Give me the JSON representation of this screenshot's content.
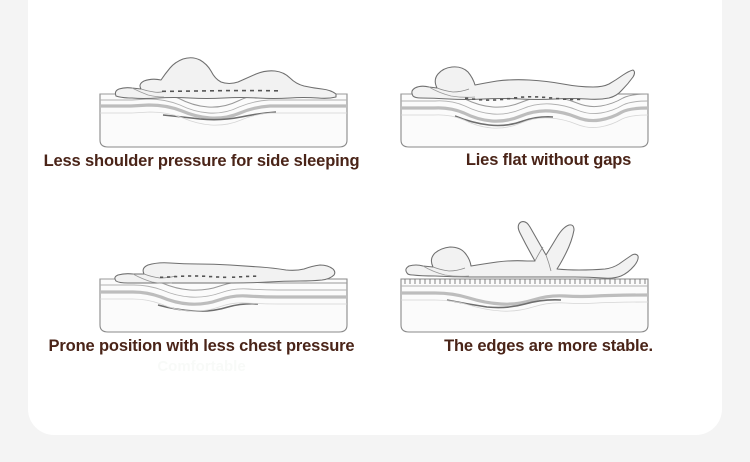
{
  "page": {
    "background_color": "#f4f4f4",
    "card_background_color": "#ffffff"
  },
  "theme": {
    "caption_color": "#4a2418",
    "mattress_outline_color": "#808080",
    "mattress_fill_color": "#fbfbfb",
    "mattress_core_band_color": "#b8b8b8",
    "body_fill_color": "#f2f2f2",
    "body_outline_color": "#707070",
    "spine_dot_color": "#555555"
  },
  "features": [
    {
      "id": "side-sleeping",
      "caption": "Less shoulder pressure for side sleeping",
      "illustration_name": "side-sleeping-mattress-illustration",
      "watermark": ""
    },
    {
      "id": "lies-flat",
      "caption": "Lies flat without gaps",
      "illustration_name": "back-sleeping-mattress-illustration",
      "watermark": ""
    },
    {
      "id": "prone-position",
      "caption": "Prone position with less chest pressure",
      "illustration_name": "prone-sleeping-mattress-illustration",
      "watermark": "Comfortable"
    },
    {
      "id": "edge-support",
      "caption": "The edges are more stable.",
      "illustration_name": "edge-support-mattress-illustration",
      "watermark": ""
    }
  ]
}
